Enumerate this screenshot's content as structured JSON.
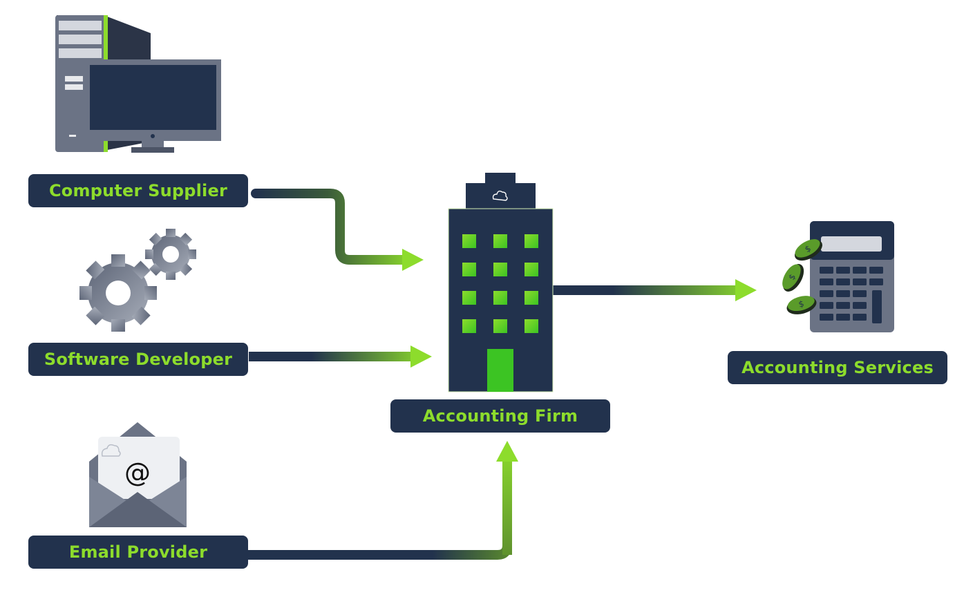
{
  "nodes": {
    "computer_supplier": "Computer Supplier",
    "software_developer": "Software Developer",
    "email_provider": "Email Provider",
    "accounting_firm": "Accounting Firm",
    "accounting_services": "Accounting Services"
  },
  "email_symbol": "@",
  "colors": {
    "navy": "#22324d",
    "green": "#8ddc2c",
    "bright_green": "#3cc423",
    "gray": "#6b7385"
  }
}
